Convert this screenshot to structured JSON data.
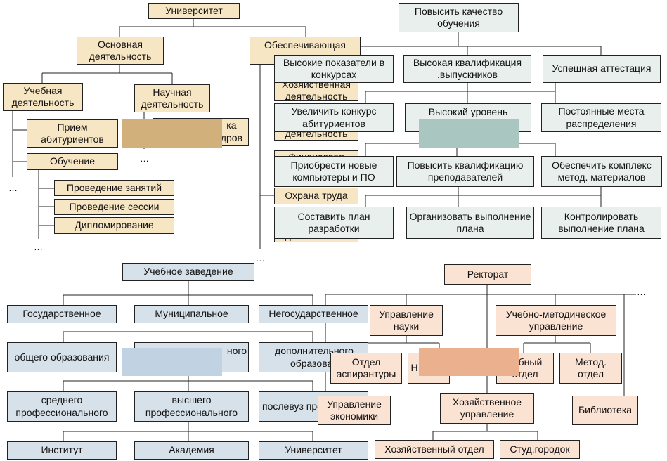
{
  "colors": {
    "tan_fill": "#f7e6c4",
    "gray_fill": "#e9efed",
    "blue_fill": "#d6e1ea",
    "peach_fill": "#fbe3d4",
    "redact_tan": "#d2b07c",
    "redact_teal": "#a9c6c0",
    "redact_blue": "#c1d3e2",
    "redact_peach": "#ebb18e"
  },
  "university": {
    "root": "Университет",
    "main": "Основная деятельность",
    "support": "Обеспечивающая",
    "edu": "Учебная деятельность",
    "sci": "Научная деятельность",
    "admission": "Прием абитуриентов",
    "sci_child_fragment": "ка",
    "sci_child_fragment2": "дров",
    "training": "Обучение",
    "classes": "Проведение занятий",
    "session": "Проведение сессии",
    "diploma": "Дипломирование",
    "hidden1": "Хозяйственная деятельность",
    "hidden2": "деятельность",
    "hidden3": "Финансовая",
    "labor": "Охрана труда",
    "hidden4": "деятельность",
    "ellipsis": "…"
  },
  "quality": {
    "root": "Повысить качество обучения",
    "high_contest": "Высокие показатели в конкурсах",
    "high_qual": "Высокая квалификация .выпускников",
    "attest": "Успешная аттестация",
    "increase_contest": "Увеличить конкурс абитуриентов",
    "high_level": "Высокий уровень",
    "permanent": "Постоянные места распределения",
    "computers": "Приобрести новые компьютеры и ПО",
    "teachers": "Повысить квалификацию преподавателей",
    "materials": "Обеспечить комплекс метод. материалов",
    "plan": "Составить план разработки",
    "organize": "Организовать выполнение плана",
    "control": "Контролировать выполнение плана"
  },
  "institution": {
    "root": "Учебное заведение",
    "state": "Государственное",
    "municipal": "Муниципальное",
    "private": "Негосударственное",
    "general": "общего образования",
    "mid_fragment": "ного",
    "additional": "дополнительного образован",
    "secondary": "среднего профессионального",
    "higher": "высшего профессионального",
    "postgrad": "послевуз профессио",
    "institute": "Институт",
    "academy": "Академия",
    "university": "Университет"
  },
  "rectorate": {
    "root": "Ректорат",
    "science_mgmt": "Управление науки",
    "edu_method": "Учебно-методическое управление",
    "aspirant": "Отдел аспирантуры",
    "hidden_dept": "Н отдел",
    "edu_dept": "чебный отдел",
    "method_dept": "Метод. отдел",
    "econ": "Управление экономики",
    "household": "Хозяйственное управление",
    "library": "Библиотека",
    "household_dept": "Хозяйственный отдел",
    "campus": "Студ.городок",
    "ellipsis": "…"
  }
}
